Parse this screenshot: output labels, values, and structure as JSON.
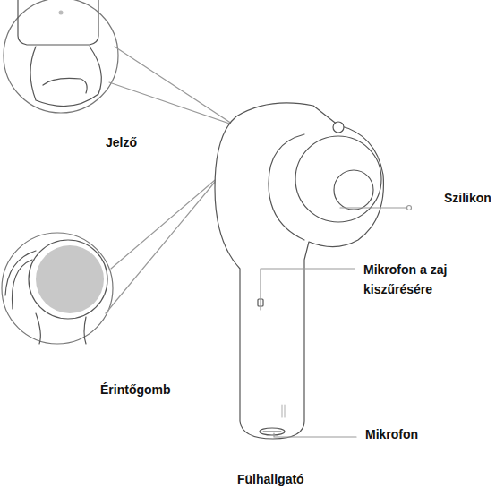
{
  "diagram": {
    "caption": "Fülhallgató",
    "labels": [
      "Jelző",
      "Érintőgomb",
      "Szilikon",
      "Mikrofon a zaj kiszűrésére",
      "Mikrofon"
    ]
  }
}
